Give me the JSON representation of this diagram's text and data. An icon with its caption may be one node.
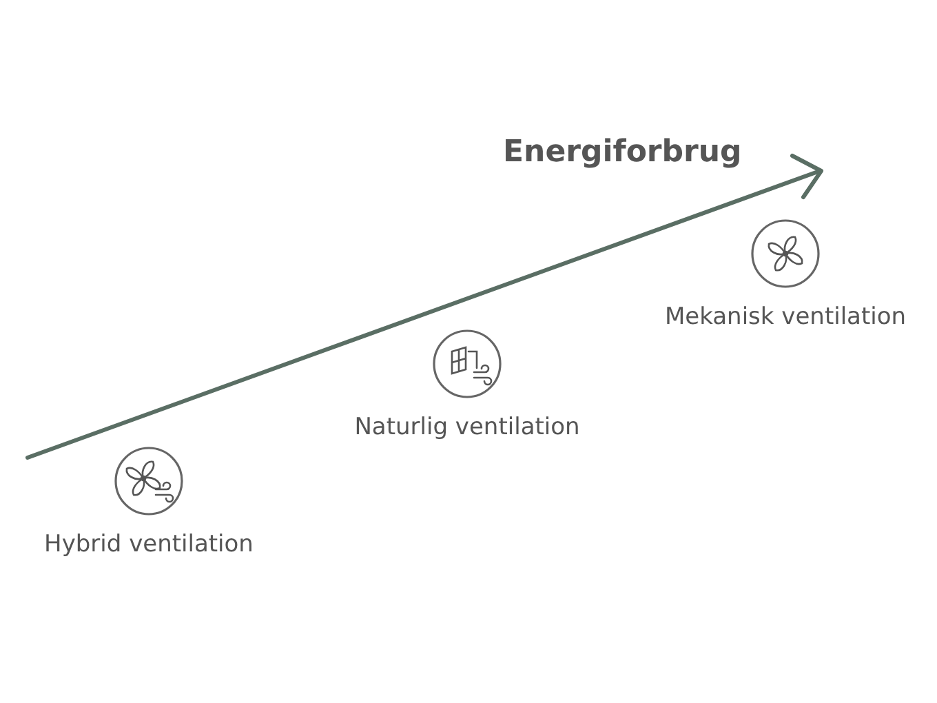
{
  "diagram": {
    "nodes": [
      {
        "text": [
          "Hybrid ventilation"
        ]
      },
      {
        "text": [
          "Naturlig ventilation"
        ]
      },
      {
        "text": [
          "Mekanisk ventilation"
        ]
      }
    ],
    "edges": [],
    "labels": [
      "Energiforbrug"
    ]
  }
}
